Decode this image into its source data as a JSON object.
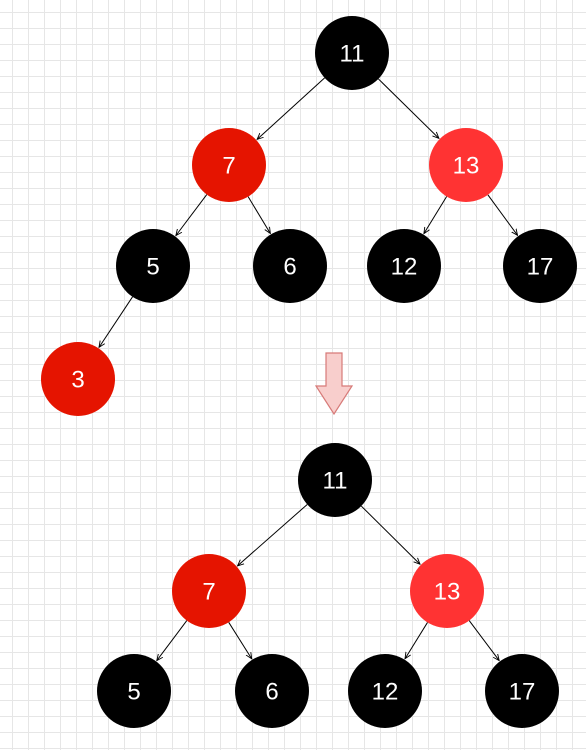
{
  "colors": {
    "black_node": "#000000",
    "red_node_dark": "#e51400",
    "red_node_light": "#ff3333",
    "edge": "#000000",
    "arrow_fill": "#f8cecc",
    "arrow_stroke": "#d77a78",
    "label": "#ffffff"
  },
  "before_tree": {
    "nodes": [
      {
        "id": "b11",
        "label": "11",
        "color": "black"
      },
      {
        "id": "b7",
        "label": "7",
        "color": "red"
      },
      {
        "id": "b13",
        "label": "13",
        "color": "red"
      },
      {
        "id": "b5",
        "label": "5",
        "color": "black"
      },
      {
        "id": "b6",
        "label": "6",
        "color": "black"
      },
      {
        "id": "b12",
        "label": "12",
        "color": "black"
      },
      {
        "id": "b17",
        "label": "17",
        "color": "black"
      },
      {
        "id": "b3",
        "label": "3",
        "color": "red"
      }
    ],
    "edges": [
      [
        "b11",
        "b7"
      ],
      [
        "b11",
        "b13"
      ],
      [
        "b7",
        "b5"
      ],
      [
        "b7",
        "b6"
      ],
      [
        "b13",
        "b12"
      ],
      [
        "b13",
        "b17"
      ],
      [
        "b5",
        "b3"
      ]
    ]
  },
  "after_tree": {
    "nodes": [
      {
        "id": "a11",
        "label": "11",
        "color": "black"
      },
      {
        "id": "a7",
        "label": "7",
        "color": "red"
      },
      {
        "id": "a13",
        "label": "13",
        "color": "red"
      },
      {
        "id": "a5",
        "label": "5",
        "color": "black"
      },
      {
        "id": "a6",
        "label": "6",
        "color": "black"
      },
      {
        "id": "a12",
        "label": "12",
        "color": "black"
      },
      {
        "id": "a17",
        "label": "17",
        "color": "black"
      }
    ],
    "edges": [
      [
        "a11",
        "a7"
      ],
      [
        "a11",
        "a13"
      ],
      [
        "a7",
        "a5"
      ],
      [
        "a7",
        "a6"
      ],
      [
        "a13",
        "a12"
      ],
      [
        "a13",
        "a17"
      ]
    ]
  }
}
